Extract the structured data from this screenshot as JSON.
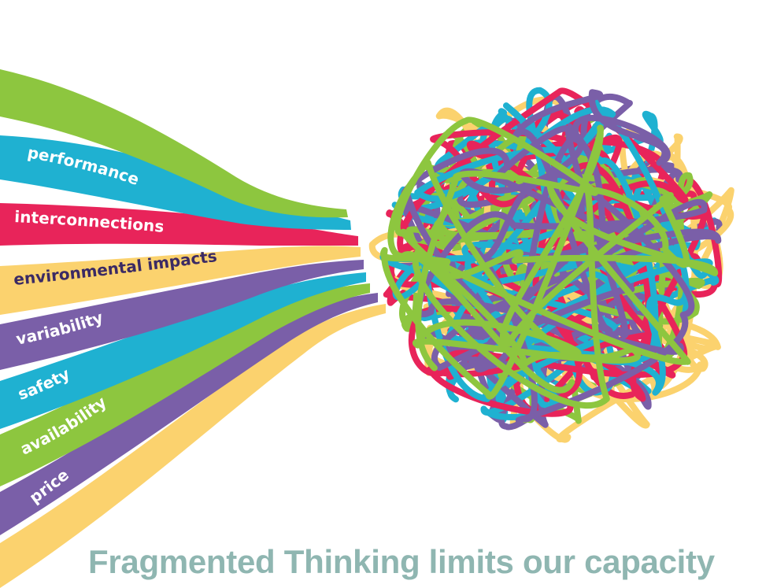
{
  "colors": {
    "green": "#8dc63f",
    "cyan": "#1fb1d1",
    "red": "#e8245a",
    "yellow": "#fbd26e",
    "purple": "#7a5fa8",
    "dark_text": "#3b2a64",
    "light_text": "#ffffff",
    "caption": "#8fb6b1"
  },
  "ribbons": [
    {
      "id": "green-top",
      "color": "green",
      "label": ""
    },
    {
      "id": "performance",
      "color": "cyan",
      "label": "performance"
    },
    {
      "id": "interconnections",
      "color": "red",
      "label": "interconnections"
    },
    {
      "id": "environmental-impacts",
      "color": "yellow",
      "label": "environmental impacts"
    },
    {
      "id": "variability",
      "color": "purple",
      "label": "variability"
    },
    {
      "id": "safety",
      "color": "cyan",
      "label": "safety"
    },
    {
      "id": "availability",
      "color": "green",
      "label": "availability"
    },
    {
      "id": "price",
      "color": "purple",
      "label": "price"
    },
    {
      "id": "yellow-bottom",
      "color": "yellow",
      "label": ""
    }
  ],
  "caption": "Fragmented Thinking limits our capacity"
}
